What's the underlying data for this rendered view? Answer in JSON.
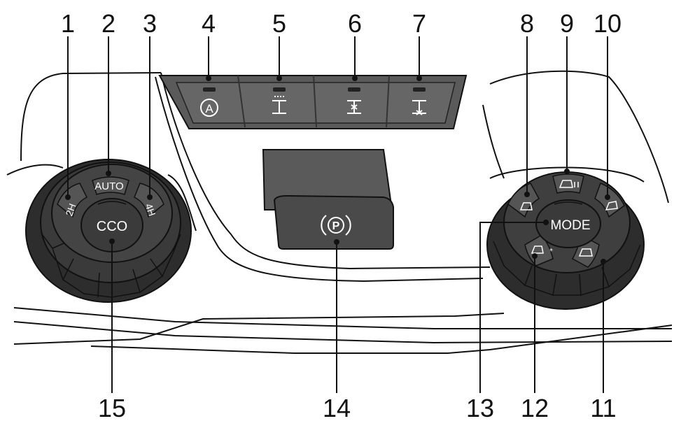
{
  "callouts": {
    "c1": "1",
    "c2": "2",
    "c3": "3",
    "c4": "4",
    "c5": "5",
    "c6": "6",
    "c7": "7",
    "c8": "8",
    "c9": "9",
    "c10": "10",
    "c11": "11",
    "c12": "12",
    "c13": "13",
    "c14": "14",
    "c15": "15"
  },
  "left_dial": {
    "auto_label": "AUTO",
    "h2_label": "2H",
    "h4_label": "4H",
    "center_label": "CCO"
  },
  "right_dial": {
    "center_label": "MODE"
  },
  "top_panel": {
    "a_button_label": "A"
  },
  "parking_brake": {
    "label": "P"
  },
  "colors": {
    "dial_dark": "#2b2b2b",
    "panel_gray": "#555555",
    "light_bg": "#ffffff"
  }
}
